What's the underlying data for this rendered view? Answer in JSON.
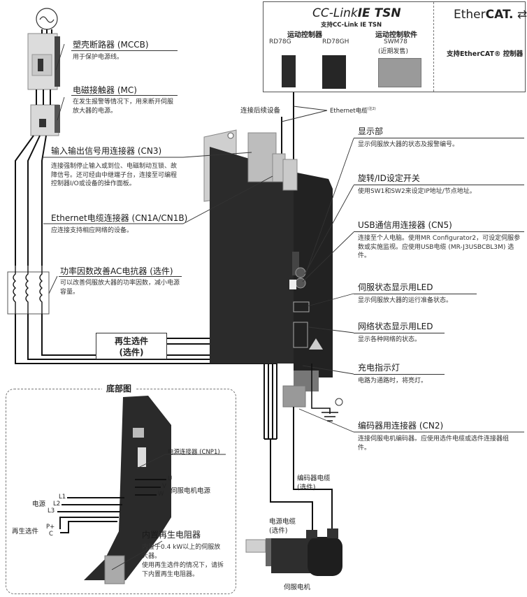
{
  "controllers": {
    "cclink_logo_prefix": "CC-Link",
    "cclink_logo_suffix": "IE TSN",
    "cclink_support": "支持CC-Link IE TSN",
    "motion_controller_header": "运动控制器",
    "motion_software_header": "运动控制软件",
    "models": [
      {
        "name": "RD78G"
      },
      {
        "name": "RD78GH"
      },
      {
        "name": "SWM78",
        "note": "(近期发售)"
      }
    ],
    "ethercat_logo_prefix": "Ether",
    "ethercat_logo_suffix": "CAT.",
    "ethercat_support": "支持EtherCAT® 控制器"
  },
  "cables": {
    "connect_next": "连接后续设备",
    "ethernet_cable": "Ethernet电缆",
    "ethernet_note": "(注2)",
    "encoder_cable": "编码器电缆",
    "encoder_cable_opt": "(选件)",
    "power_cable": "电源电缆",
    "power_cable_opt": "(选件)",
    "servo_motor": "伺服电机"
  },
  "callouts": {
    "mccb": {
      "title": "塑壳断路器 (MCCB)",
      "desc": "用于保护电源线。"
    },
    "mc": {
      "title": "电磁接触器 (MC)",
      "desc": "在发生报警等情况下，用来断开伺服放大器的电源。"
    },
    "cn3": {
      "title": "输入输出信号用连接器 (CN3)",
      "desc": "连接强制停止输入或到位、电磁制动互锁、故障信号。还可经由中继端子台，连接至可编程控制器I/O或设备的操作面板。"
    },
    "cn1": {
      "title": "Ethernet电缆连接器 (CN1A/CN1B)",
      "desc": "应连接支持相应网络的设备。"
    },
    "reactor": {
      "title": "功率因数改善AC电抗器 (选件)",
      "desc": "可以改善伺服放大器的功率因数，减小电源容量。"
    },
    "display": {
      "title": "显示部",
      "desc": "显示伺服放大器的状态及报警编号。"
    },
    "rotary": {
      "title": "旋转/ID设定开关",
      "desc": "使用SW1和SW2来设定IP地址/节点地址。"
    },
    "usb": {
      "title": "USB通信用连接器 (CN5)",
      "desc": "连接至个人电脑。使用MR Configurator2，可设定伺服参数或实施监视。应使用USB电缆 (MR-J3USBCBL3M) 选件。"
    },
    "servo_led": {
      "title": "伺服状态显示用LED",
      "desc": "显示伺服放大器的运行准备状态。"
    },
    "net_led": {
      "title": "网络状态显示用LED",
      "desc": "显示各种网络的状态。"
    },
    "charge": {
      "title": "充电指示灯",
      "desc": "电路为通路时，将亮灯。"
    },
    "cn2": {
      "title": "编码器用连接器 (CN2)",
      "desc": "连接伺服电机编码器。应使用选件电缆或选件连接器组件。"
    }
  },
  "regen_option": {
    "line1": "再生选件",
    "line2": "(选件)"
  },
  "bottom_view": {
    "title": "底部图",
    "cnp1": "电源连接器 (CNP1)",
    "terminals_motor": [
      "U",
      "V",
      "W"
    ],
    "motor_power": "伺服电机电源",
    "terminals_power": [
      "L1",
      "L2",
      "L3"
    ],
    "power": "电源",
    "terminals_regen": [
      "P+",
      "C"
    ],
    "regen": "再生选件",
    "builtin_title": "内置再生电阻器",
    "builtin_desc1": "内置于0.4 kW以上的伺服放大器。",
    "builtin_desc2": "使用再生选件的情况下，请拆下内置再生电阻器。"
  }
}
